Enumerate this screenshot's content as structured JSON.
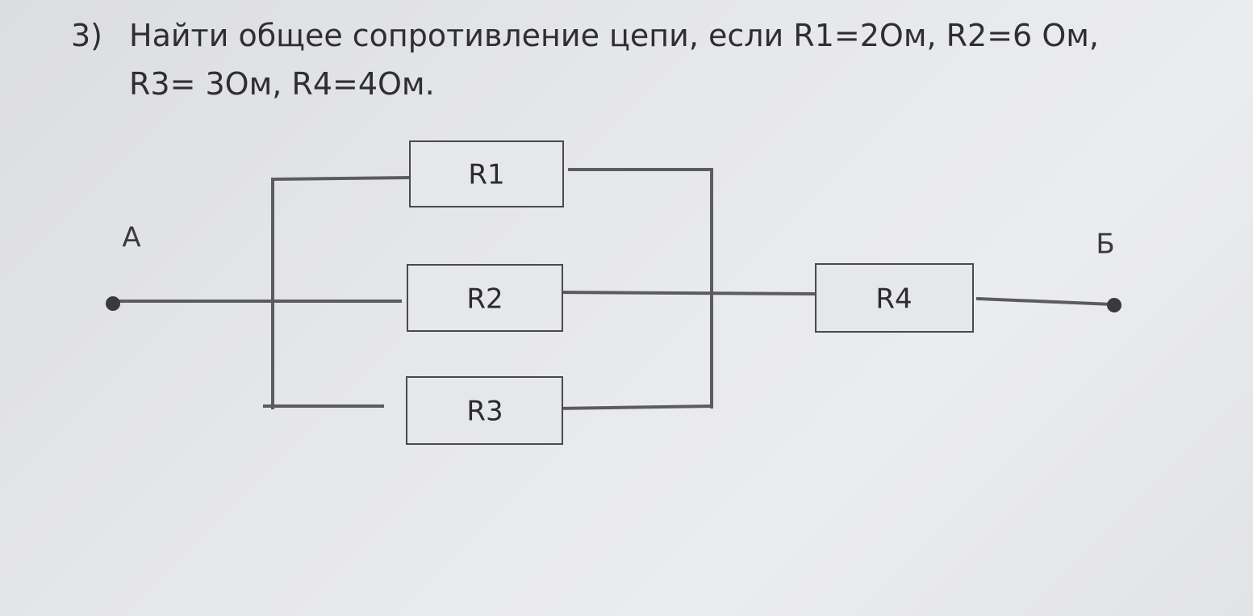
{
  "problem": {
    "number": "3)",
    "text_line1": "Найти общее сопротивление цепи, если R1=2Ом, R2=6 Ом,",
    "text_line2": "R3= 3Ом, R4=4Ом."
  },
  "circuit": {
    "terminals": {
      "left": "A",
      "right": "Б"
    },
    "resistors": {
      "r1": "R1",
      "r2": "R2",
      "r3": "R3",
      "r4": "R4"
    }
  }
}
